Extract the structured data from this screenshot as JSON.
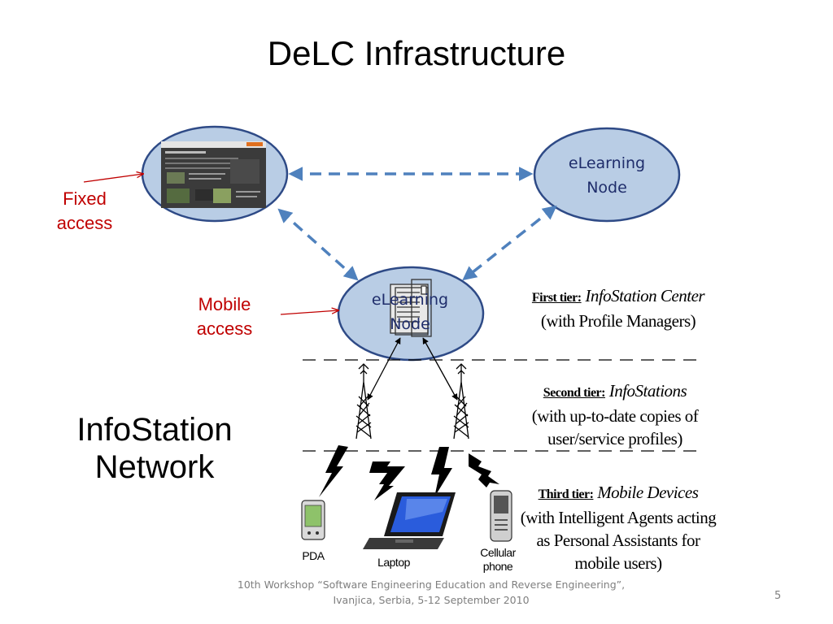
{
  "title": "DeLC Infrastructure",
  "fixed_access": {
    "line1": "Fixed",
    "line2": "access"
  },
  "mobile_access": {
    "line1": "Mobile",
    "line2": "access"
  },
  "node_top": {
    "line1": "eLearning",
    "line2": "Node"
  },
  "node_center": {
    "line1": "eLearning",
    "line2": "Node"
  },
  "infostation": {
    "line1": "InfoStation",
    "line2": "Network"
  },
  "tiers": [
    {
      "head": "First tier:",
      "name": "InfoStation Center",
      "lines": [
        "(with Profile Managers)"
      ]
    },
    {
      "head": "Second tier:",
      "name": "InfoStations",
      "lines": [
        "(with up-to-date copies of",
        "user/service profiles)"
      ]
    },
    {
      "head": "Third tier:",
      "name": "Mobile Devices",
      "lines": [
        "(with Intelligent Agents acting",
        "as Personal Assistants for",
        "mobile users)"
      ]
    }
  ],
  "devices": {
    "pda": "PDA",
    "laptop": "Laptop",
    "phone_line1": "Cellular",
    "phone_line2": "phone"
  },
  "footer": {
    "line1": "10th Workshop “Software Engineering Education and Reverse Engineering”,",
    "line2": "Ivanjica, Serbia, 5-12 September 2010"
  },
  "page_number": "5",
  "colors": {
    "node_fill": "#b9cde5",
    "node_stroke": "#2e4a86",
    "dashed_arrow": "#4f81bd",
    "red": "#c00000"
  }
}
